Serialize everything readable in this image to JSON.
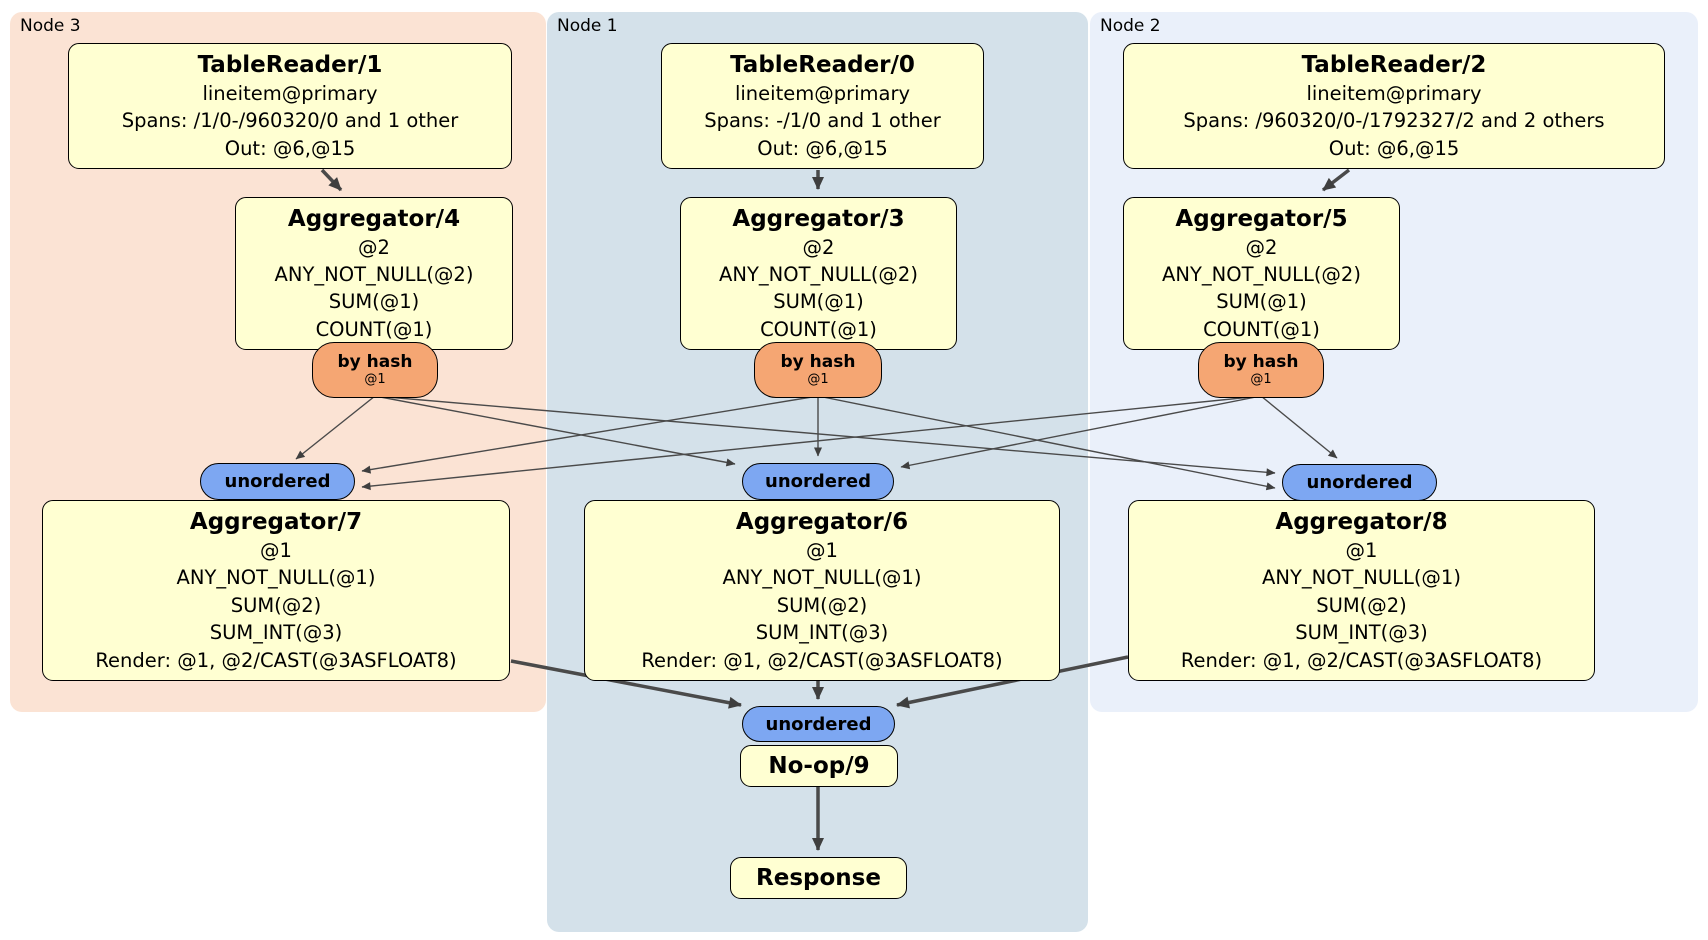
{
  "panels": {
    "node3": {
      "label": "Node 3"
    },
    "node1": {
      "label": "Node 1"
    },
    "node2": {
      "label": "Node 2"
    }
  },
  "nodes": {
    "tr1": {
      "title": "TableReader/1",
      "lines": [
        "lineitem@primary",
        "Spans: /1/0-/960320/0 and 1 other",
        "Out: @6,@15"
      ]
    },
    "tr0": {
      "title": "TableReader/0",
      "lines": [
        "lineitem@primary",
        "Spans: -/1/0 and 1 other",
        "Out: @6,@15"
      ]
    },
    "tr2": {
      "title": "TableReader/2",
      "lines": [
        "lineitem@primary",
        "Spans: /960320/0-/1792327/2 and 2 others",
        "Out: @6,@15"
      ]
    },
    "ag4": {
      "title": "Aggregator/4",
      "lines": [
        "@2",
        "ANY_NOT_NULL(@2)",
        "SUM(@1)",
        "COUNT(@1)"
      ]
    },
    "ag3": {
      "title": "Aggregator/3",
      "lines": [
        "@2",
        "ANY_NOT_NULL(@2)",
        "SUM(@1)",
        "COUNT(@1)"
      ]
    },
    "ag5": {
      "title": "Aggregator/5",
      "lines": [
        "@2",
        "ANY_NOT_NULL(@2)",
        "SUM(@1)",
        "COUNT(@1)"
      ]
    },
    "ag7": {
      "title": "Aggregator/7",
      "lines": [
        "@1",
        "ANY_NOT_NULL(@1)",
        "SUM(@2)",
        "SUM_INT(@3)",
        "Render: @1, @2/CAST(@3ASFLOAT8)"
      ]
    },
    "ag6": {
      "title": "Aggregator/6",
      "lines": [
        "@1",
        "ANY_NOT_NULL(@1)",
        "SUM(@2)",
        "SUM_INT(@3)",
        "Render: @1, @2/CAST(@3ASFLOAT8)"
      ]
    },
    "ag8": {
      "title": "Aggregator/8",
      "lines": [
        "@1",
        "ANY_NOT_NULL(@1)",
        "SUM(@2)",
        "SUM_INT(@3)",
        "Render: @1, @2/CAST(@3ASFLOAT8)"
      ]
    },
    "noop": {
      "title": "No-op/9"
    },
    "response": {
      "title": "Response"
    }
  },
  "routers": {
    "hash_left": {
      "label": "by hash",
      "sub": "@1"
    },
    "hash_mid": {
      "label": "by hash",
      "sub": "@1"
    },
    "hash_right": {
      "label": "by hash",
      "sub": "@1"
    }
  },
  "streams": {
    "unordered_left": {
      "label": "unordered"
    },
    "unordered_mid": {
      "label": "unordered"
    },
    "unordered_right": {
      "label": "unordered"
    },
    "unordered_bottom": {
      "label": "unordered"
    }
  },
  "colors": {
    "panel-node3": "#fbe3d4",
    "panel-node1": "#d4e1ea",
    "panel-node2": "#eaf0fa",
    "node-fill": "#ffffd2",
    "hash-fill": "#f5a673",
    "unordered-fill": "#7da7f2",
    "edge": "#4a4a4a"
  }
}
